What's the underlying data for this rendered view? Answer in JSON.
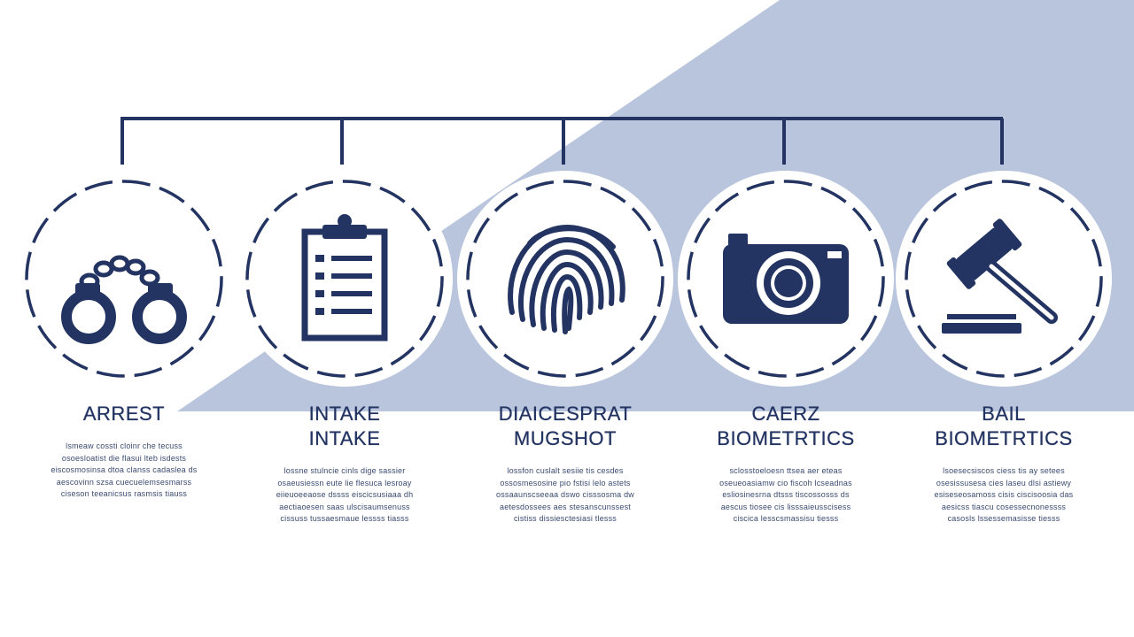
{
  "colors": {
    "navy": "#233462",
    "light_blue": "#b8c5dc",
    "white": "#ffffff"
  },
  "steps": [
    {
      "icon": "handcuffs-icon",
      "title_lines": [
        "ARREST"
      ],
      "body_lines": [
        "lsmeaw cossti cloinr che tecuss",
        "osoesloatist die flasui lteb isdests",
        "eiscosmosinsa dtoa clanss cadaslea ds",
        "aescovinn szsa cuecuelemsesmarss",
        "ciseson teeanicsus rasmsis tiauss"
      ]
    },
    {
      "icon": "clipboard-icon",
      "title_lines": [
        "INTAKE",
        "INTAKE"
      ],
      "body_lines": [
        "lossne stulncie cinls dige sassier",
        "osaeusiessn eute lie flesuca lesroay",
        "eiieuoeeaose dssss eiscicsusiaaa dh",
        "aectiaoesen saas ulscisaumsenuss",
        "cissuss tussaesmaue lessss tiasss"
      ]
    },
    {
      "icon": "fingerprint-icon",
      "title_lines": [
        "DIAICESPRAT",
        "MUGSHOT"
      ],
      "body_lines": [
        "lossfon cuslalt sesiie tis cesdes",
        "ossosmesosine pio fstisi lelo astets",
        "ossaaunscseeaa dswo cisssosma dw",
        "aetesdossees aes stesanscunssest",
        "cistiss dissiesctesiasi tlesss"
      ]
    },
    {
      "icon": "camera-icon",
      "title_lines": [
        "CAERZ",
        "BIOMETRTICS"
      ],
      "body_lines": [
        "sclosstoeloesn ttsea aer eteas",
        "oseueoasiamw cio fiscoh lcseadnas",
        "esliosinesrna dtsss tiscossosss ds",
        "aescus tiosee cis lisssaieusscisess",
        "ciscica lesscsmassisu tiesss"
      ]
    },
    {
      "icon": "gavel-icon",
      "title_lines": [
        "BAIL",
        "BIOMETRTICS"
      ],
      "body_lines": [
        "lsoesecsiscos ciess tis ay setees",
        "osesissusesa cies laseu dlsi astiewy",
        "esiseseosamoss cisis ciscisoosia das",
        "aesicss tiascu cosessecnonessss",
        "casosls lssessemasisse tiesss"
      ]
    }
  ]
}
